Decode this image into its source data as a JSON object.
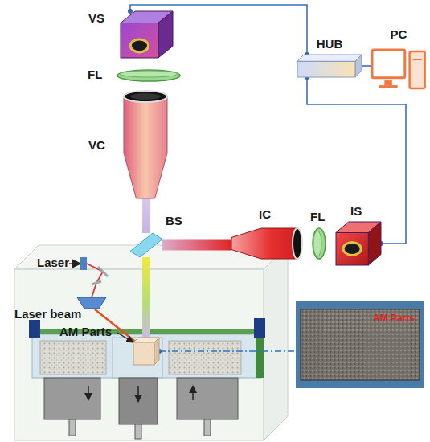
{
  "diagram": {
    "nodes": [
      {
        "text": [
          "VS"
        ]
      },
      {
        "text": [
          "FL"
        ]
      },
      {
        "text": [
          "VC"
        ]
      },
      {
        "text": [
          "HUB"
        ]
      },
      {
        "text": [
          "PC"
        ]
      },
      {
        "text": [
          "BS"
        ]
      },
      {
        "text": [
          "IC"
        ]
      },
      {
        "text": [
          "FL"
        ]
      },
      {
        "text": [
          "IS"
        ]
      },
      {
        "text": [
          "Laser"
        ]
      },
      {
        "text": [
          "Laser beam"
        ]
      },
      {
        "text": [
          "AM Parts"
        ]
      },
      {
        "text": [
          "AM Parts"
        ]
      }
    ],
    "edges": [
      {
        "from": 0,
        "to": 3,
        "arrow": "none"
      },
      {
        "from": 8,
        "to": 3,
        "arrow": "none"
      },
      {
        "from": 3,
        "to": 4,
        "arrow": "none"
      },
      {
        "from": 2,
        "to": 5,
        "arrow": "none"
      },
      {
        "from": 5,
        "to": 6,
        "arrow": "none"
      },
      {
        "from": 5,
        "to": 11,
        "arrow": "none"
      },
      {
        "from": 11,
        "to": 12,
        "arrow": "none"
      }
    ]
  }
}
